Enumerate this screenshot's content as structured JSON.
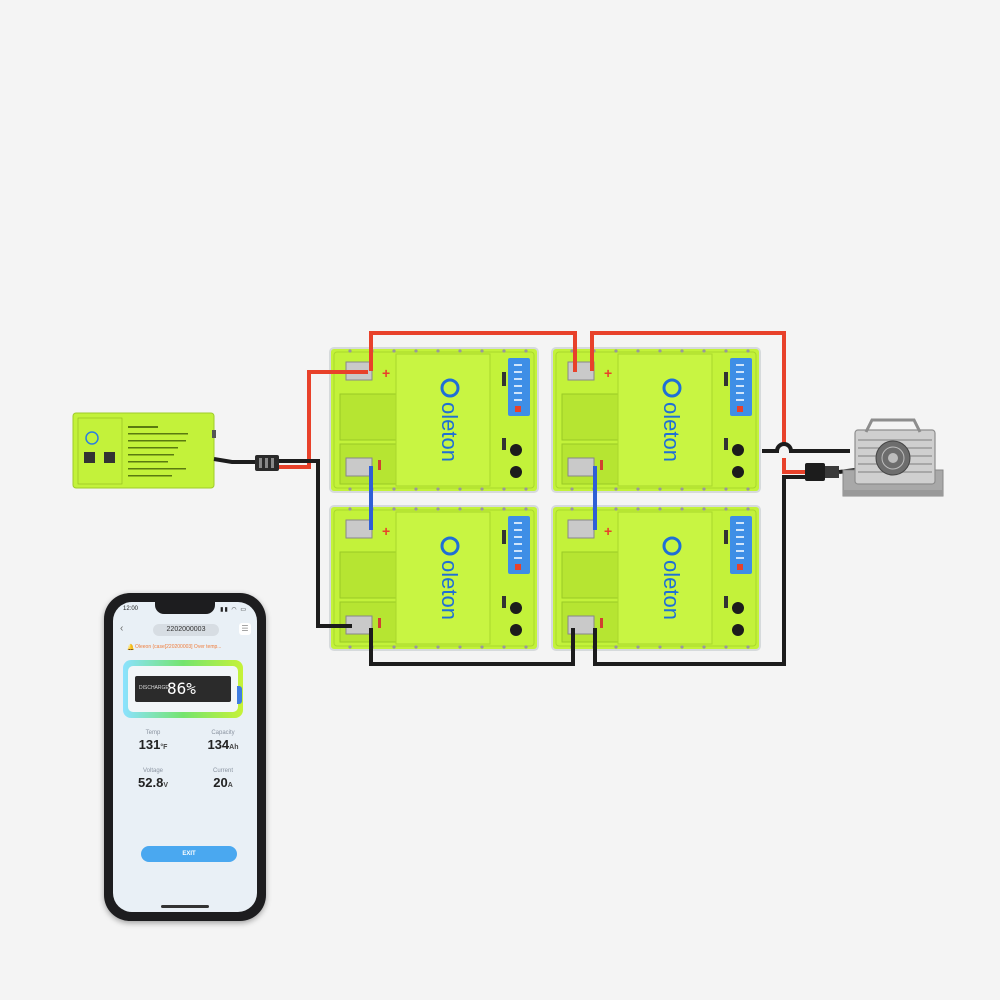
{
  "modules": [
    {
      "brand": "oleton"
    },
    {
      "brand": "oleton"
    },
    {
      "brand": "oleton"
    },
    {
      "brand": "oleton"
    }
  ],
  "terminal_plus": "+",
  "colors": {
    "positive_cable": "#e8412a",
    "negative_cable": "#1c1c1c",
    "series_link": "#2f5fd6",
    "battery_body": "#c3f23a",
    "brand": "#1f6fd6"
  },
  "phone": {
    "time": "12:00",
    "device_id": "2202000003",
    "alert": "Oleeon (case[220200003] Over temp...",
    "display_label": "DISCHARGE",
    "soc": "86%",
    "temp": {
      "label": "Temp",
      "value": "131",
      "unit": "°F"
    },
    "capacity": {
      "label": "Capacity",
      "value": "134",
      "unit": "Ah"
    },
    "voltage": {
      "label": "Voltage",
      "value": "52.8",
      "unit": "V"
    },
    "current": {
      "label": "Current",
      "value": "20",
      "unit": "A"
    },
    "exit_label": "EXIT"
  }
}
